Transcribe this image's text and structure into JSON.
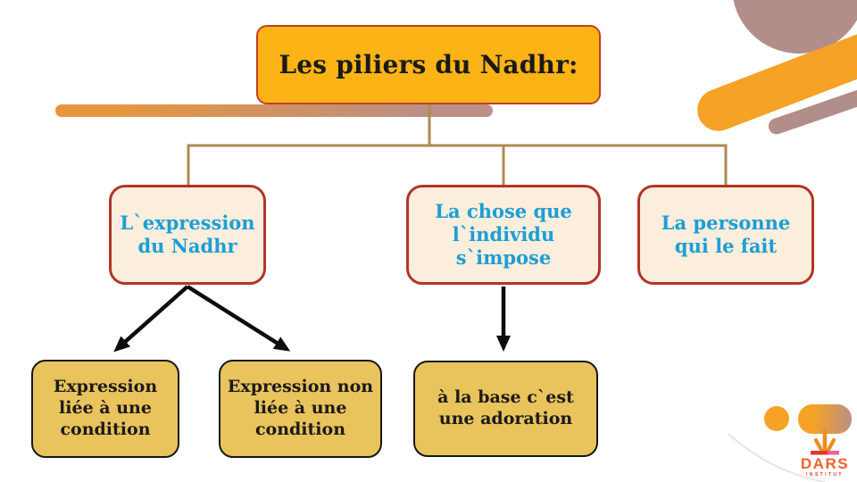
{
  "diagram": {
    "root": {
      "label": "Les piliers du Nadhr:"
    },
    "branches": [
      {
        "label": "L`expression\ndu Nadhr"
      },
      {
        "label": "La chose que\nl`individu\ns`impose"
      },
      {
        "label": "La personne\nqui le fait"
      }
    ],
    "leaves": [
      {
        "label": "Expression\nliée à une\ncondition"
      },
      {
        "label": "Expression non\nliée à une\ncondition"
      },
      {
        "label": "à la base c`est\nune adoration"
      }
    ]
  },
  "logo": {
    "brand": "DARS",
    "tagline": "INSTITUT"
  },
  "colors": {
    "title_fill": "#FCB316",
    "title_border": "#BE3E27",
    "title_text": "#1A1A1A",
    "branch_fill": "#FBEEDC",
    "branch_border": "#B13528",
    "branch_text": "#1D9ED6",
    "leaf_fill": "#E9C35C",
    "leaf_border": "#161616",
    "leaf_text": "#1A1A1A",
    "connector": "#AD8B52",
    "arrow": "#0D0D0D",
    "decor_orange": "#F5A227",
    "decor_mauve": "#B18E89",
    "bar_gradient_start": "#E8963B",
    "bar_gradient_end": "#BB8F85",
    "logo_orange": "#F2612B",
    "logo_red": "#E0392E"
  }
}
